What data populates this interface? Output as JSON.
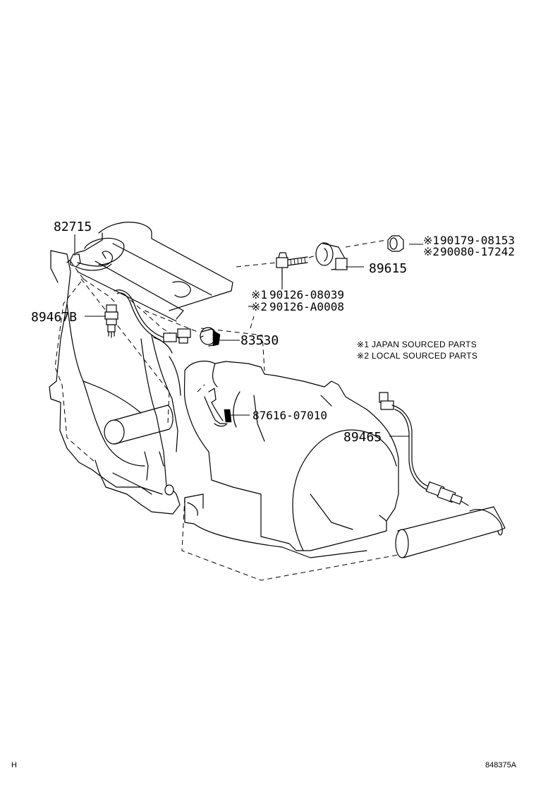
{
  "callouts": {
    "p82715": "82715",
    "p89467b": "89467B",
    "p83530": "83530",
    "p87616": "87616-07010",
    "p89465": "89465",
    "p89615": "89615",
    "p90179": "90179-08153",
    "p90080": "90080-17242",
    "p90126a": "90126-08039",
    "p90126b": "90126-A0008"
  },
  "markers": {
    "m1": "※1",
    "m2": "※2"
  },
  "legend": {
    "note1": "※1 JAPAN SOURCED PARTS",
    "note2": "※2 LOCAL SOURCED PARTS"
  },
  "footer": {
    "left": "H",
    "right": "848375A"
  }
}
